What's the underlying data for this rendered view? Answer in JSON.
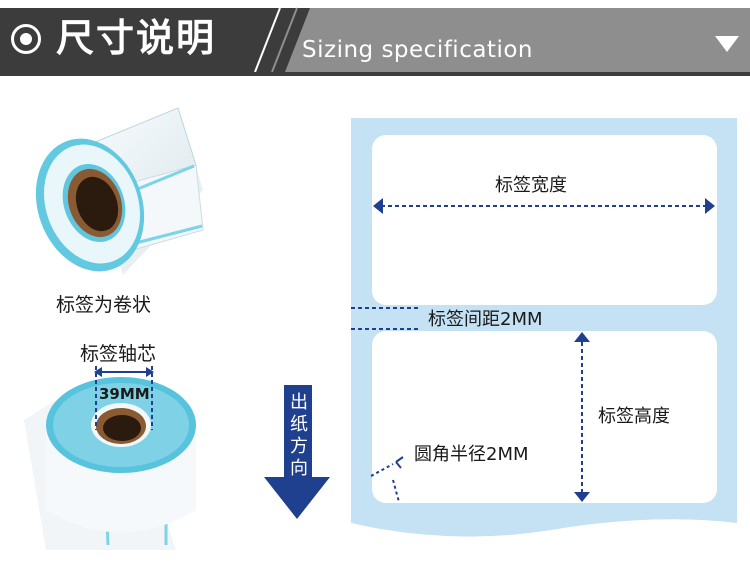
{
  "header": {
    "title_cn": "尺寸说明",
    "title_en": "Sizing specification",
    "icon": "target-circle-icon",
    "menu_icon": "triangle-down-icon"
  },
  "product": {
    "roll_caption": "标签为卷状",
    "core_caption": "标签轴芯",
    "core_size": "39MM"
  },
  "diagram": {
    "label_width": "标签宽度",
    "label_gap": "标签间距2MM",
    "label_height": "标签高度",
    "corner_radius": "圆角半径2MM",
    "feed_direction": [
      "出",
      "纸",
      "方",
      "向"
    ]
  },
  "colors": {
    "accent_blue": "#1f3f8f",
    "strip_blue": "#c4e2f3",
    "roll_blue": "#5cc7de",
    "header_dark": "#3c3c3c",
    "header_light": "#8e8e8e"
  }
}
